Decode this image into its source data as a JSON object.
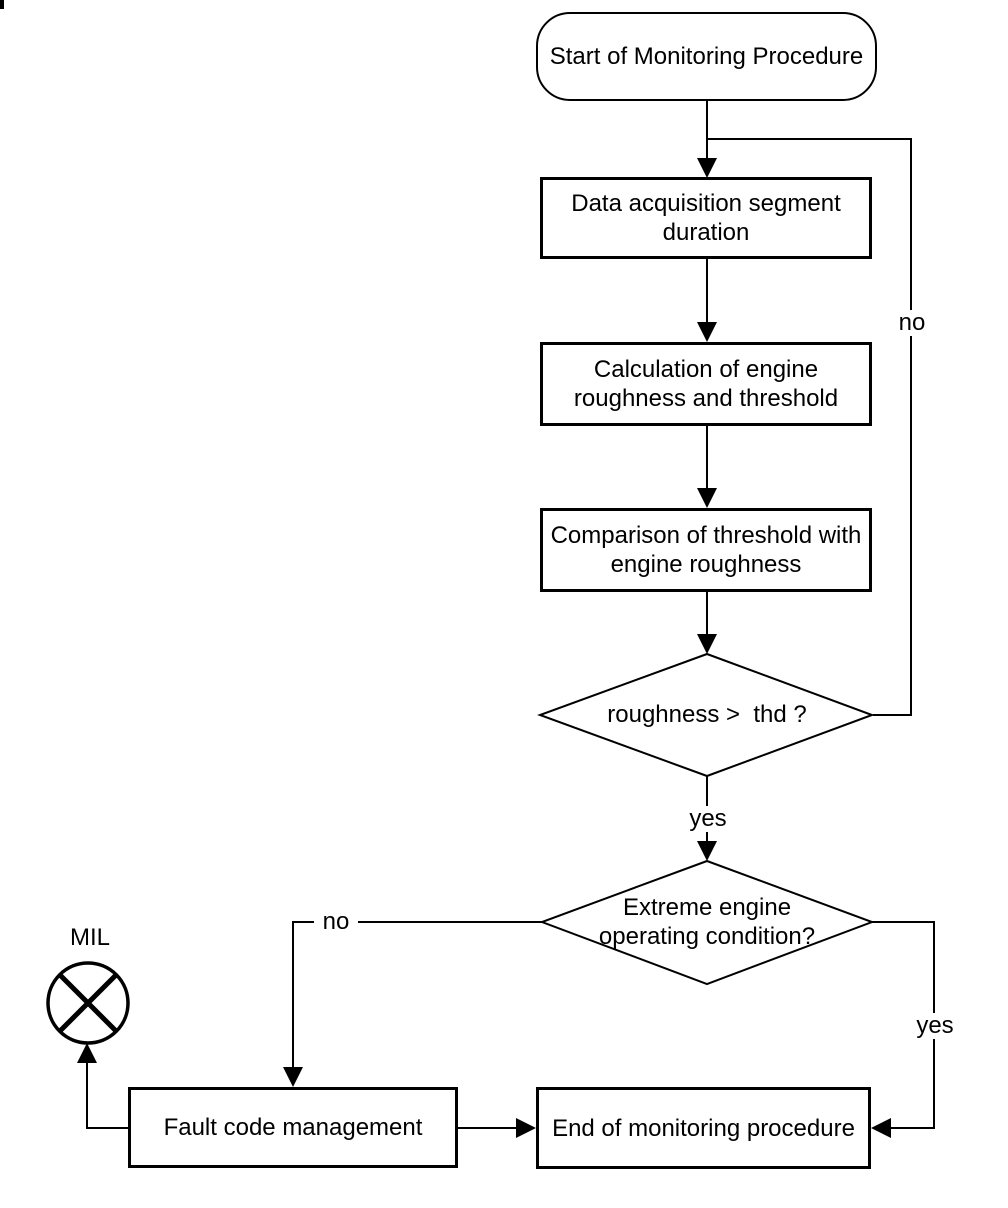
{
  "nodes": {
    "start": {
      "label": "Start of Monitoring Procedure",
      "shape": "terminator"
    },
    "data_acquisition": {
      "label": "Data acquisition segment\nduration",
      "shape": "process"
    },
    "calculation": {
      "label": "Calculation of engine\nroughness and threshold",
      "shape": "process"
    },
    "comparison": {
      "label": "Comparison of threshold with\nengine roughness",
      "shape": "process"
    },
    "roughness_decision": {
      "label": "roughness >  thd ?",
      "shape": "decision"
    },
    "extreme_decision": {
      "label": "Extreme engine\noperating condition?",
      "shape": "decision"
    },
    "fault_code": {
      "label": "Fault code management",
      "shape": "process"
    },
    "end": {
      "label": "End of monitoring procedure",
      "shape": "process"
    }
  },
  "edge_labels": {
    "no_feedback": "no",
    "yes_roughness": "yes",
    "no_extreme": "no",
    "yes_extreme": "yes"
  },
  "icons": {
    "mil_lamp": {
      "label": "MIL",
      "meaning": "malfunction indicator lamp symbol (circle with X)"
    }
  },
  "colors": {
    "line": "#000000",
    "background": "#ffffff",
    "text": "#000000"
  }
}
